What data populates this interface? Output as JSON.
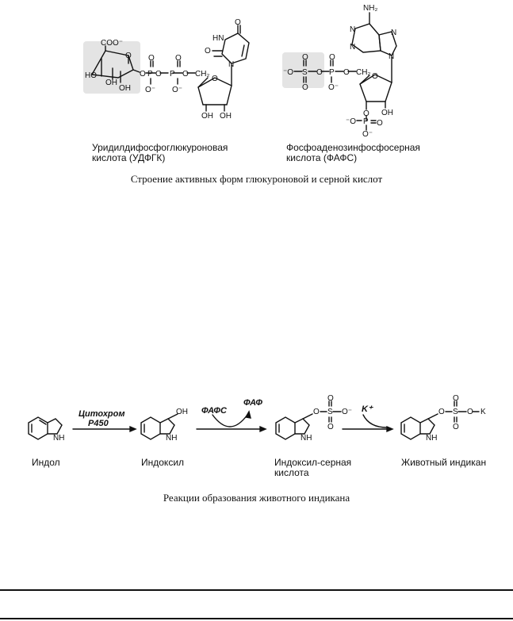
{
  "figure1": {
    "udpgk": {
      "atoms": {
        "coo": "COO⁻",
        "o_ring": "O",
        "ho": "HO",
        "oh1": "OH",
        "oh2": "OH",
        "o_link1": "O",
        "p1": "P",
        "o_bridge": "O",
        "p2": "P",
        "o_link2": "O",
        "ch2": "CH₂",
        "o_eq1": "O",
        "o_neg1": "O⁻",
        "o_eq2": "O",
        "o_neg2": "O⁻",
        "o_ribose": "O",
        "oh_r1": "OH",
        "oh_r2": "OH",
        "o_ura1": "O",
        "hn": "HN",
        "o_ura2": "O",
        "n_ura": "N"
      },
      "label_line1": "Уридилдифосфоглюкуроновая",
      "label_line2": "кислота (УДФГК)"
    },
    "fafs": {
      "atoms": {
        "o_neg": "⁻O",
        "s": "S",
        "o_bridge": "O",
        "p1": "P",
        "o_link": "O",
        "ch2": "CH₂",
        "o_s_up": "O",
        "o_s_down": "O",
        "o_p_up": "O",
        "o_p_neg": "O⁻",
        "o_ribose": "O",
        "oh": "OH",
        "o_3": "O",
        "o_neg2": "⁻O",
        "p2": "P",
        "o_eq": "O",
        "o_neg3": "O⁻",
        "nh2": "NH₂",
        "n1": "N",
        "n3": "N",
        "n7": "N",
        "n9": "N"
      },
      "label_line1": "Фосфоаденозинфосфосерная",
      "label_line2": "кислота (ФАФС)"
    },
    "caption": "Строение активных форм глюкуроновой и серной кислот"
  },
  "figure2": {
    "atoms": {
      "nh": "NH",
      "oh": "OH",
      "o1": "O",
      "s": "S",
      "o_neg": "O⁻",
      "o_up": "O",
      "o_down": "O",
      "o_k": "O",
      "k": "K"
    },
    "enzyme_line1": "Цитохром",
    "enzyme_line2": "Р450",
    "cofactor_in": "ФАФС",
    "cofactor_out": "ФАФ",
    "ion": "K⁺",
    "compounds": [
      "Индол",
      "Индоксил",
      "Индоксил-серная",
      "кислота",
      "Животный индикан"
    ],
    "caption": "Реакции образования животного индикана"
  },
  "colors": {
    "highlight": "#e4e4e4",
    "ink": "#111111"
  }
}
